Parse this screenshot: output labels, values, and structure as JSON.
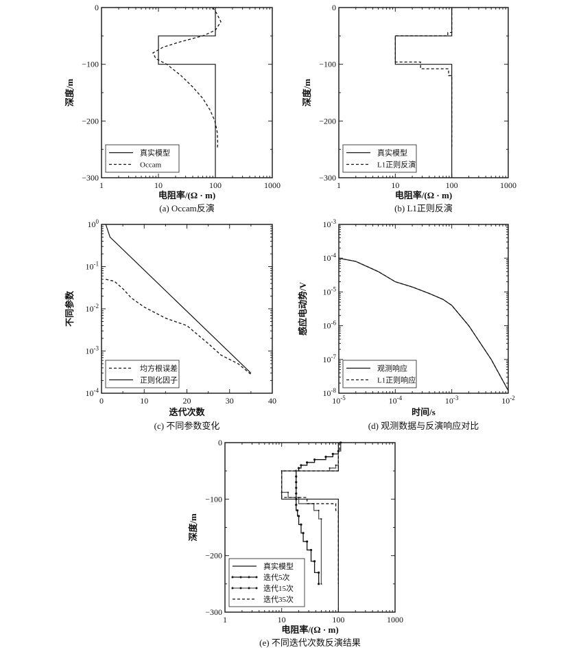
{
  "chart_data": [
    {
      "id": "a",
      "type": "line",
      "caption": "(a) Occam反演",
      "xlabel": "电阻率/(Ω · m)",
      "ylabel": "深度/m",
      "xscale": "log",
      "xlim": [
        1,
        1000
      ],
      "ylim": [
        -300,
        0
      ],
      "xticks": [
        "1",
        "10",
        "100",
        "1000"
      ],
      "yticks": [
        "0",
        "−100",
        "−200",
        "−300"
      ],
      "legend_position": "bottom-left",
      "series": [
        {
          "name": "真实模型",
          "style": "solid",
          "points": [
            [
              100,
              0
            ],
            [
              100,
              -50
            ],
            [
              10,
              -50
            ],
            [
              10,
              -100
            ],
            [
              100,
              -100
            ],
            [
              100,
              -300
            ]
          ]
        },
        {
          "name": "Occam",
          "style": "dashed",
          "points": [
            [
              90,
              0
            ],
            [
              105,
              -10
            ],
            [
              125,
              -25
            ],
            [
              100,
              -40
            ],
            [
              60,
              -50
            ],
            [
              25,
              -60
            ],
            [
              12,
              -70
            ],
            [
              8,
              -80
            ],
            [
              9,
              -90
            ],
            [
              14,
              -100
            ],
            [
              25,
              -120
            ],
            [
              40,
              -140
            ],
            [
              60,
              -160
            ],
            [
              80,
              -180
            ],
            [
              98,
              -200
            ],
            [
              108,
              -220
            ],
            [
              110,
              -240
            ],
            [
              108,
              -250
            ]
          ]
        }
      ]
    },
    {
      "id": "b",
      "type": "line",
      "caption": "(b) L1正则反演",
      "xlabel": "电阻率/(Ω · m)",
      "ylabel": "深度/m",
      "xscale": "log",
      "xlim": [
        1,
        1000
      ],
      "ylim": [
        -300,
        0
      ],
      "xticks": [
        "1",
        "10",
        "100",
        "1000"
      ],
      "yticks": [
        "0",
        "−100",
        "−200",
        "−300"
      ],
      "legend_position": "bottom-left",
      "series": [
        {
          "name": "真实模型",
          "style": "solid",
          "points": [
            [
              100,
              0
            ],
            [
              100,
              -50
            ],
            [
              10,
              -50
            ],
            [
              10,
              -100
            ],
            [
              100,
              -100
            ],
            [
              100,
              -300
            ]
          ]
        },
        {
          "name": "L1正则反演",
          "style": "dashed",
          "points": [
            [
              100,
              0
            ],
            [
              100,
              -44
            ],
            [
              85,
              -44
            ],
            [
              85,
              -50
            ],
            [
              10,
              -50
            ],
            [
              10,
              -96
            ],
            [
              28,
              -96
            ],
            [
              28,
              -108
            ],
            [
              88,
              -108
            ],
            [
              88,
              -120
            ],
            [
              100,
              -120
            ],
            [
              100,
              -250
            ]
          ]
        }
      ]
    },
    {
      "id": "c",
      "type": "line",
      "caption": "(c) 不同参数变化",
      "xlabel": "迭代次数",
      "ylabel": "不同参数",
      "yscale": "log",
      "xlim": [
        0,
        40
      ],
      "ylim": [
        0.0001,
        1
      ],
      "xticks": [
        "0",
        "10",
        "20",
        "30",
        "40"
      ],
      "yticks": [
        "10^0",
        "10^-1",
        "10^-2",
        "10^-3",
        "10^-4"
      ],
      "legend_position": "bottom-left",
      "series": [
        {
          "name": "均方根误差",
          "style": "dashed",
          "points": [
            [
              1,
              0.05
            ],
            [
              3,
              0.045
            ],
            [
              5,
              0.03
            ],
            [
              7,
              0.018
            ],
            [
              10,
              0.011
            ],
            [
              15,
              0.006
            ],
            [
              20,
              0.004
            ],
            [
              25,
              0.0015
            ],
            [
              28,
              0.0008
            ],
            [
              32,
              0.0005
            ],
            [
              35,
              0.00028
            ]
          ]
        },
        {
          "name": "正则化因子",
          "style": "solid",
          "points": [
            [
              1,
              1
            ],
            [
              2,
              0.5
            ],
            [
              35,
              0.0003
            ]
          ]
        }
      ]
    },
    {
      "id": "d",
      "type": "line",
      "caption": "(d) 观测数据与反演响应对比",
      "xlabel": "时间/s",
      "ylabel": "感应电动势/V",
      "xscale": "log",
      "yscale": "log",
      "xlim": [
        1e-05,
        0.01
      ],
      "ylim": [
        1e-08,
        0.001
      ],
      "xticks": [
        "10^-5",
        "10^-4",
        "10^-3",
        "10^-2"
      ],
      "yticks": [
        "10^-3",
        "10^-4",
        "10^-5",
        "10^-6",
        "10^-7",
        "10^-8"
      ],
      "legend_position": "bottom-left",
      "series": [
        {
          "name": "观测响应",
          "style": "solid",
          "points": [
            [
              1e-05,
              0.0001
            ],
            [
              2e-05,
              8e-05
            ],
            [
              5e-05,
              4e-05
            ],
            [
              0.0001,
              2e-05
            ],
            [
              0.0002,
              1.4e-05
            ],
            [
              0.0004,
              9e-06
            ],
            [
              0.0007,
              6e-06
            ],
            [
              0.001,
              4e-06
            ],
            [
              0.002,
              1e-06
            ],
            [
              0.005,
              1e-07
            ],
            [
              0.01,
              1.2e-08
            ]
          ]
        },
        {
          "name": "L1正则响应",
          "style": "dashed",
          "points": [
            [
              1e-05,
              0.0001
            ],
            [
              2e-05,
              8e-05
            ],
            [
              5e-05,
              4e-05
            ],
            [
              0.0001,
              2e-05
            ],
            [
              0.0002,
              1.4e-05
            ],
            [
              0.0004,
              9e-06
            ],
            [
              0.0007,
              6e-06
            ],
            [
              0.001,
              4e-06
            ],
            [
              0.002,
              1e-06
            ],
            [
              0.005,
              1e-07
            ],
            [
              0.01,
              1.2e-08
            ]
          ]
        }
      ]
    },
    {
      "id": "e",
      "type": "line",
      "caption": "(e) 不同迭代次数反演结果",
      "xlabel": "电阻率/(Ω · m)",
      "ylabel": "深度/m",
      "xscale": "log",
      "xlim": [
        1,
        1000
      ],
      "ylim": [
        -300,
        0
      ],
      "xticks": [
        "1",
        "10",
        "100",
        "1000"
      ],
      "yticks": [
        "0",
        "−100",
        "−200",
        "−300"
      ],
      "legend_position": "bottom-left",
      "series": [
        {
          "name": "真实模型",
          "style": "solid",
          "points": [
            [
              100,
              0
            ],
            [
              100,
              -50
            ],
            [
              10,
              -50
            ],
            [
              10,
              -100
            ],
            [
              100,
              -100
            ],
            [
              100,
              -300
            ]
          ]
        },
        {
          "name": "迭代5次",
          "style": "dot-marker",
          "step": true,
          "points": [
            [
              110,
              0
            ],
            [
              100,
              -15
            ],
            [
              80,
              -20
            ],
            [
              60,
              -25
            ],
            [
              38,
              -30
            ],
            [
              28,
              -35
            ],
            [
              22,
              -40
            ],
            [
              20,
              -45
            ],
            [
              18,
              -50
            ],
            [
              18,
              -60
            ],
            [
              18,
              -70
            ],
            [
              18,
              -80
            ],
            [
              18,
              -90
            ],
            [
              18,
              -100
            ],
            [
              18,
              -110
            ],
            [
              19,
              -120
            ],
            [
              20,
              -130
            ],
            [
              22,
              -145
            ],
            [
              24,
              -160
            ],
            [
              28,
              -175
            ],
            [
              33,
              -190
            ],
            [
              38,
              -210
            ],
            [
              45,
              -230
            ],
            [
              45,
              -250
            ]
          ]
        },
        {
          "name": "迭代15次",
          "style": "line-marker",
          "step": true,
          "points": [
            [
              110,
              0
            ],
            [
              100,
              -15
            ],
            [
              90,
              -40
            ],
            [
              70,
              -45
            ],
            [
              10,
              -50
            ],
            [
              10,
              -88
            ],
            [
              13,
              -88
            ],
            [
              20,
              -97
            ],
            [
              37,
              -108
            ],
            [
              45,
              -120
            ],
            [
              50,
              -135
            ],
            [
              50,
              -250
            ]
          ]
        },
        {
          "name": "迭代35次",
          "style": "dashed",
          "step": true,
          "points": [
            [
              105,
              0
            ],
            [
              100,
              -15
            ],
            [
              100,
              -50
            ],
            [
              10,
              -50
            ],
            [
              10,
              -97
            ],
            [
              28,
              -97
            ],
            [
              28,
              -108
            ],
            [
              90,
              -108
            ],
            [
              90,
              -120
            ],
            [
              100,
              -120
            ],
            [
              100,
              -250
            ]
          ]
        }
      ]
    }
  ]
}
